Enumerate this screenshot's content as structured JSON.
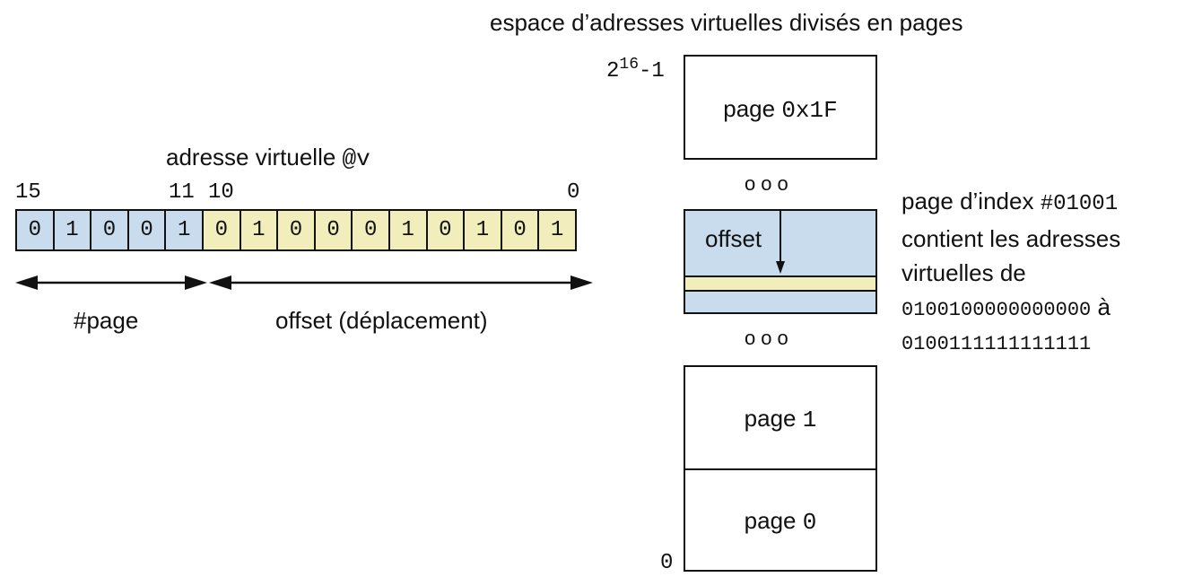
{
  "vaddr": {
    "title_text": "adresse virtuelle ",
    "title_code": "@v",
    "bit_labels": {
      "b15": "15",
      "b11": "11",
      "b10": "10",
      "b0": "0"
    },
    "page_bits": [
      "0",
      "1",
      "0",
      "0",
      "1"
    ],
    "offset_bits": [
      "0",
      "1",
      "0",
      "0",
      "0",
      "1",
      "0",
      "1",
      "0",
      "1"
    ],
    "page_label": "#page",
    "offset_label": "offset (déplacement)"
  },
  "space": {
    "title": "espace d’adresses virtuelles divisés en pages",
    "top_label": {
      "base": "2",
      "exp": "16",
      "suffix": "-1"
    },
    "bottom_label": "0",
    "top_page": {
      "word": "page ",
      "code": "0x1F"
    },
    "dots": "ooo",
    "middle_offset_label": "offset",
    "page1": {
      "word": "page ",
      "code": "1"
    },
    "page0": {
      "word": "page ",
      "code": "0"
    }
  },
  "note": {
    "line1_text": "page d’index ",
    "line1_code": "#01001",
    "line2": "contient les adresses",
    "line3": "virtuelles de",
    "line4_code": "0100100000000000",
    "line4_suffix": " à",
    "line5_code": "0100111111111111"
  },
  "colors": {
    "page_blue": "#c9dced",
    "offset_yellow": "#f1eebb",
    "stroke": "#111111"
  }
}
